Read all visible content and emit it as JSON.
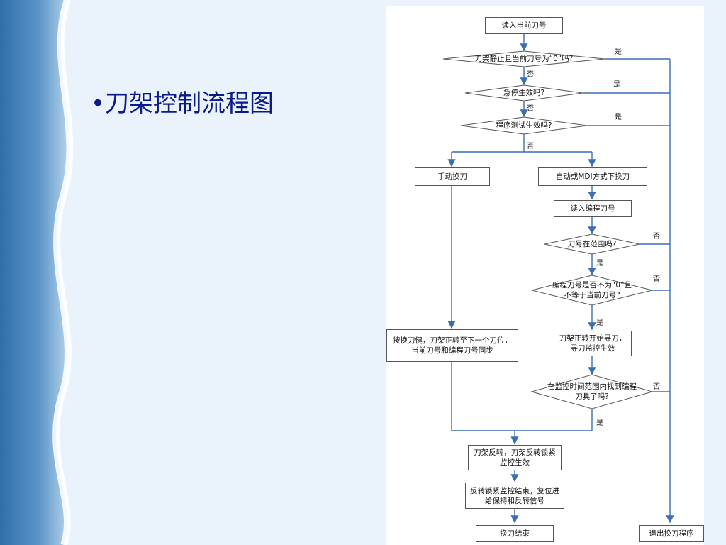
{
  "slide": {
    "title": "•刀架控制流程图"
  },
  "flowchart": {
    "boxes": {
      "read_current": "读入当前刀号",
      "manual": "手动换刀",
      "auto_mdi": "自动或MDI方式下换刀",
      "read_program": "读入编程刀号",
      "manual_action": "按换刀健，刀架正转至下一个刀位，当前刀号和编程刀号同步",
      "forward_search": "刀架正转开始寻刀，寻刀监控生效",
      "reverse": "刀架反转，刀架反转锁紧监控生效",
      "reverse_end": "反转锁紧监控结束，复位进给保持和反转信号",
      "change_end": "换刀结束",
      "exit": "退出换刀程序"
    },
    "decisions": {
      "d1": "刀架静止且当前刀号为“0”吗?",
      "d2": "急停生效吗?",
      "d3": "程序测试生效吗?",
      "d4": "刀号在范围吗?",
      "d5": "编程刀号是否不为“0”且不等于当前刀号?",
      "d6": "在监控时间范围内找到编程刀具了吗?"
    },
    "labels": {
      "yes": "是",
      "no": "否"
    }
  }
}
